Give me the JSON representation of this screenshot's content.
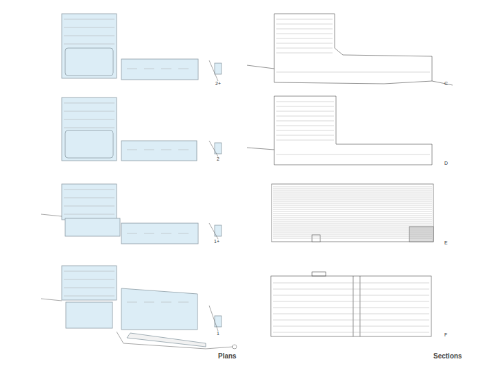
{
  "diagram": {
    "labels": [
      "2+",
      "C",
      "2",
      "D",
      "1+",
      "E",
      "1",
      "F",
      "Plans",
      "Sections"
    ]
  }
}
